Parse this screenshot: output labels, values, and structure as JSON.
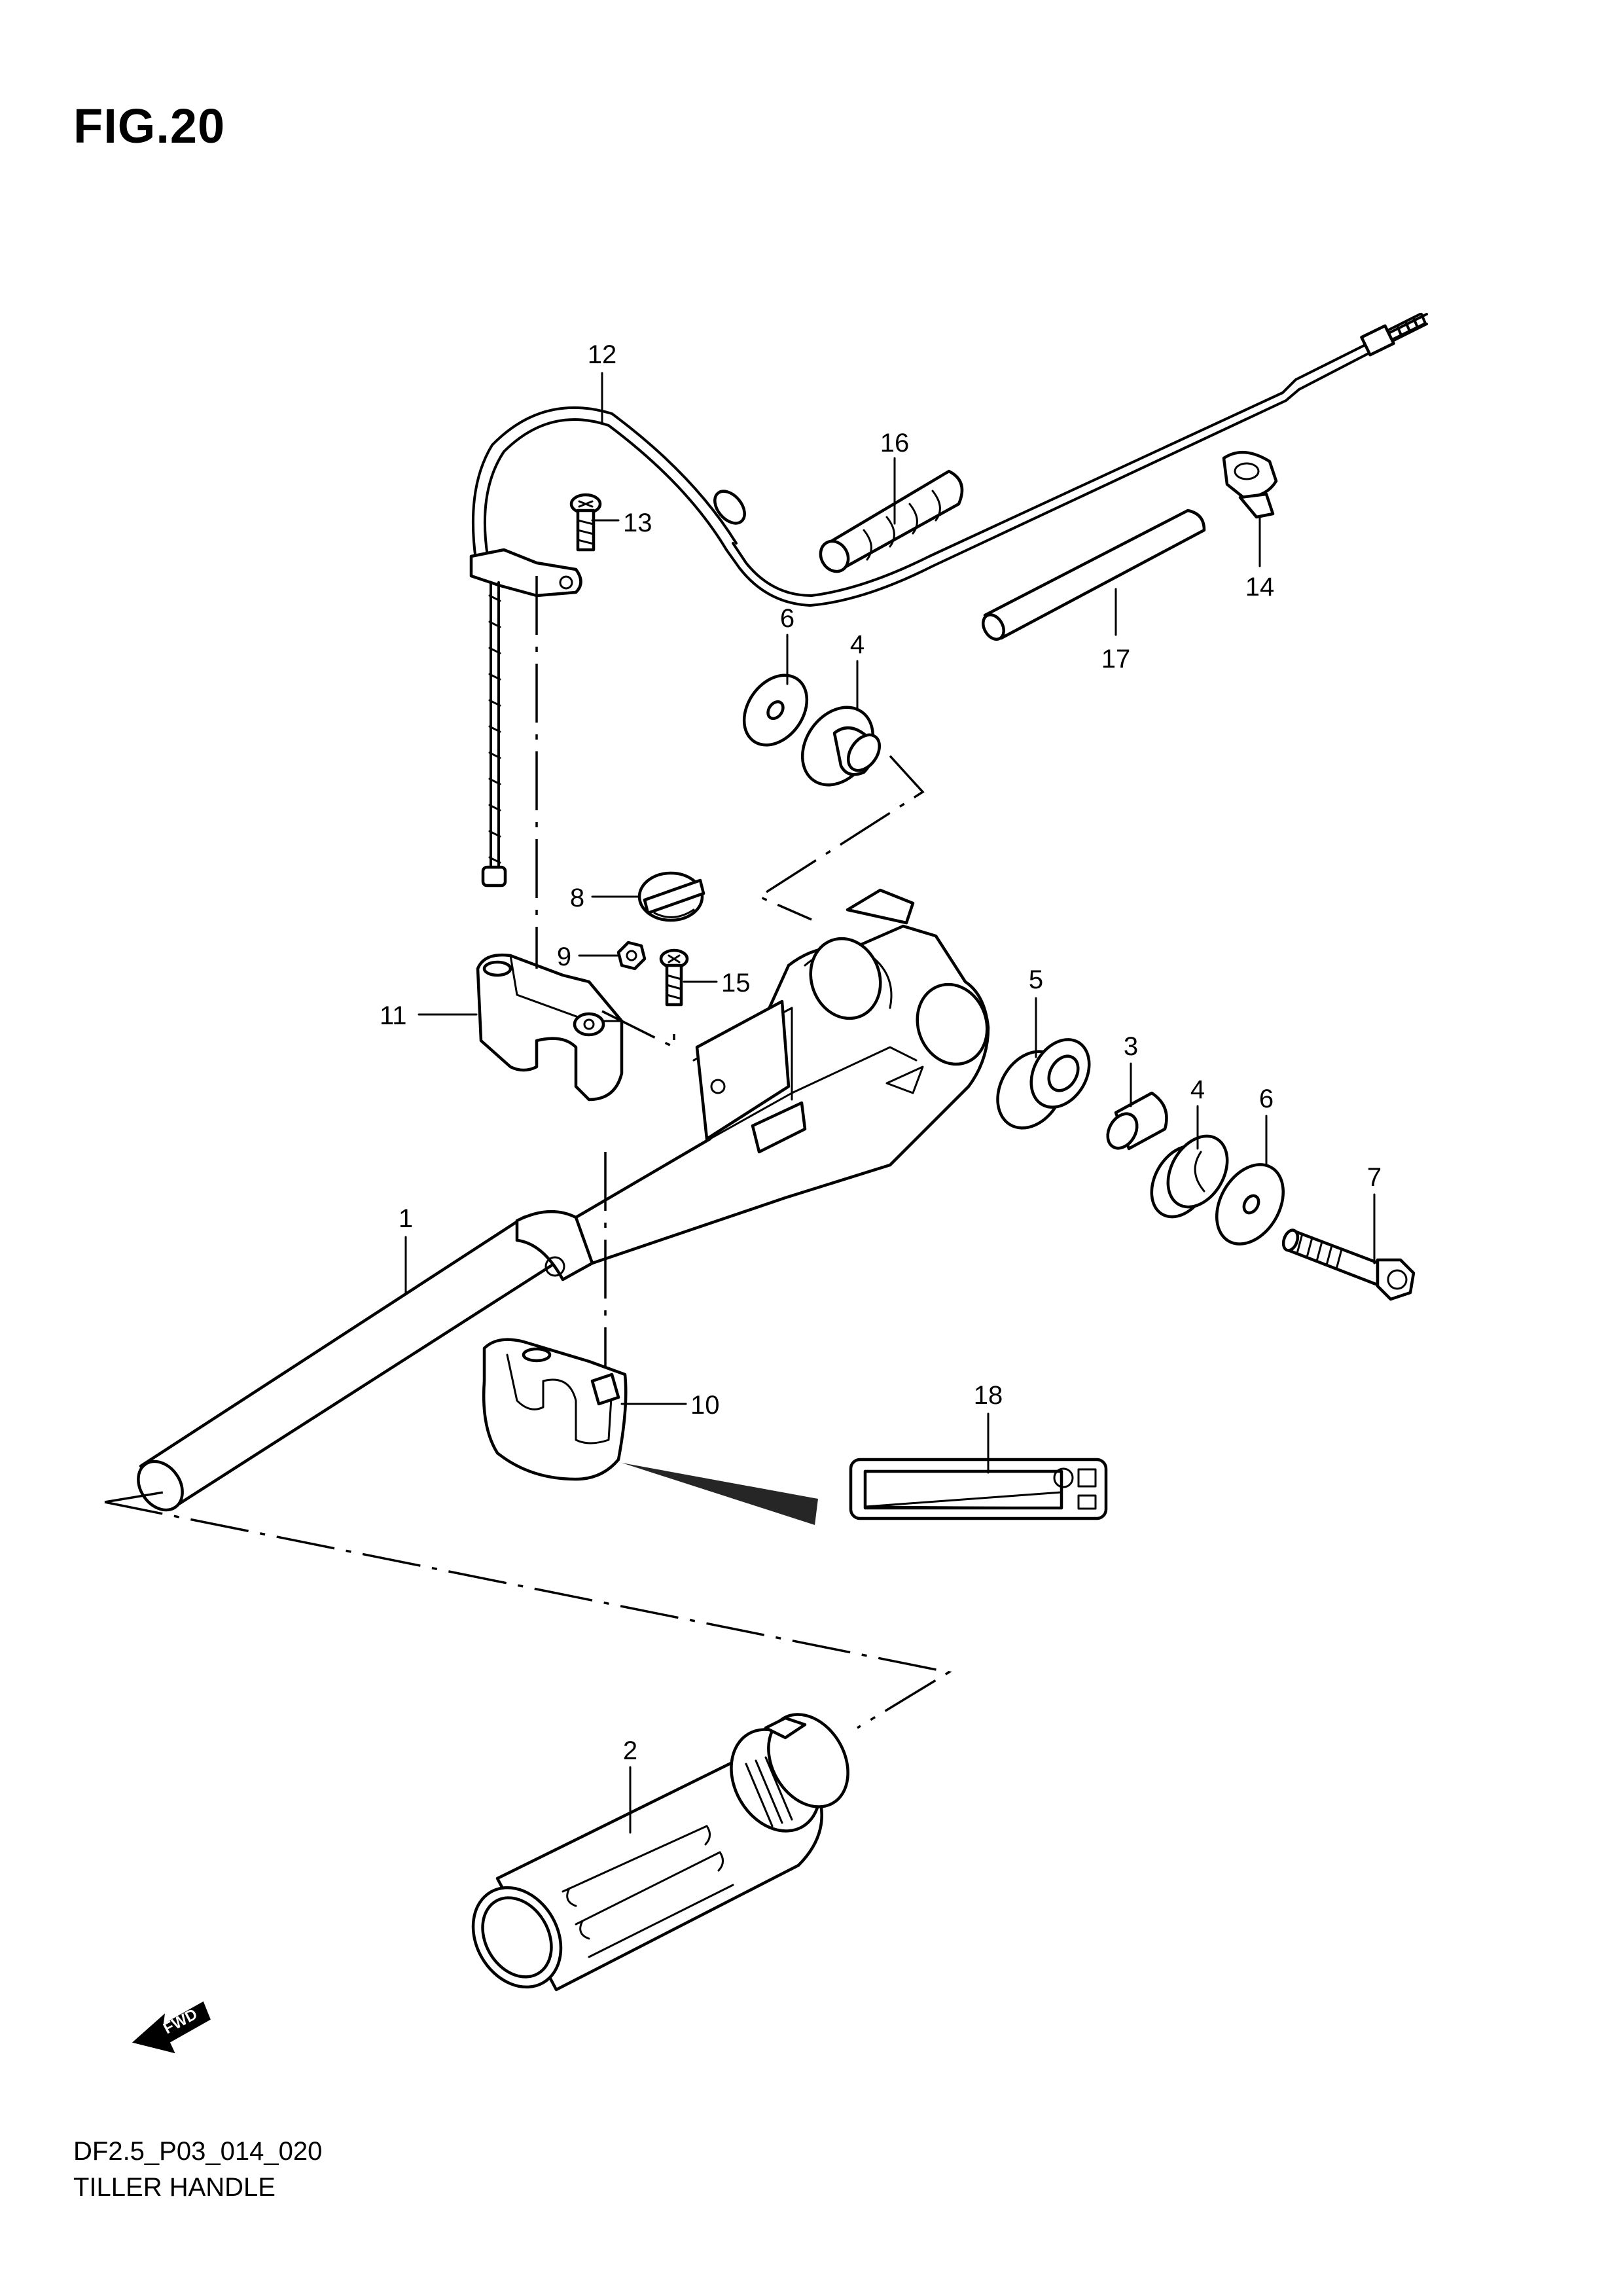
{
  "figure": {
    "title": "FIG.20",
    "code": "DF2.5_P03_014_020",
    "name": "TILLER HANDLE",
    "fwd_label": "FWD"
  },
  "callouts": [
    {
      "id": "c1",
      "text": "1"
    },
    {
      "id": "c2",
      "text": "2"
    },
    {
      "id": "c3",
      "text": "3"
    },
    {
      "id": "c4a",
      "text": "4"
    },
    {
      "id": "c4b",
      "text": "4"
    },
    {
      "id": "c5",
      "text": "5"
    },
    {
      "id": "c6a",
      "text": "6"
    },
    {
      "id": "c6b",
      "text": "6"
    },
    {
      "id": "c7",
      "text": "7"
    },
    {
      "id": "c8",
      "text": "8"
    },
    {
      "id": "c9",
      "text": "9"
    },
    {
      "id": "c10",
      "text": "10"
    },
    {
      "id": "c11",
      "text": "11"
    },
    {
      "id": "c12",
      "text": "12"
    },
    {
      "id": "c13",
      "text": "13"
    },
    {
      "id": "c14",
      "text": "14"
    },
    {
      "id": "c15",
      "text": "15"
    },
    {
      "id": "c16",
      "text": "16"
    },
    {
      "id": "c17",
      "text": "17"
    },
    {
      "id": "c18",
      "text": "18"
    }
  ]
}
